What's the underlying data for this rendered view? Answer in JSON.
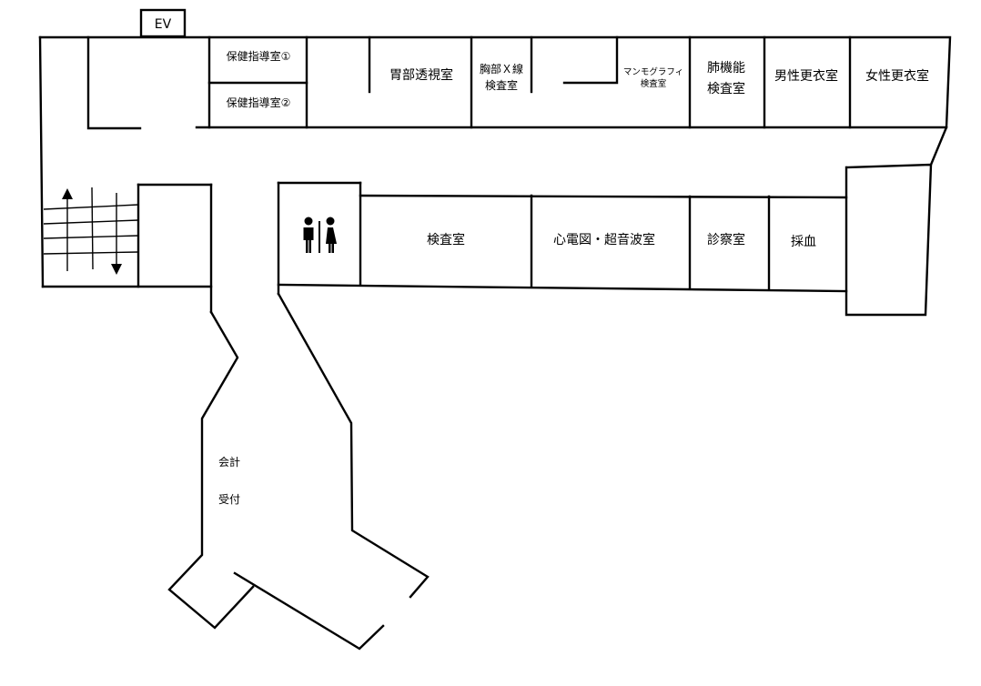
{
  "elevator": {
    "label": "EV"
  },
  "rooms": {
    "health_guidance_1": "保健指導室①",
    "health_guidance_2": "保健指導室②",
    "stomach_fluoroscopy": "胃部透視室",
    "chest_xray_line1": "胸部Ｘ線",
    "chest_xray_line2": "検査室",
    "mammography_line1": "マンモグラフィ",
    "mammography_line2": "検査室",
    "lung_function_line1": "肺機能",
    "lung_function_line2": "検査室",
    "male_changing": "男性更衣室",
    "female_changing": "女性更衣室",
    "examination": "検査室",
    "ecg_ultrasound": "心電図・超音波室",
    "consultation": "診察室",
    "blood_collection": "採血"
  },
  "reception": {
    "line1": "会計",
    "line2": "受付"
  },
  "icons": {
    "restroom": "restroom-icon",
    "stairs_up": "arrow-up-icon",
    "stairs_down": "arrow-down-icon"
  }
}
